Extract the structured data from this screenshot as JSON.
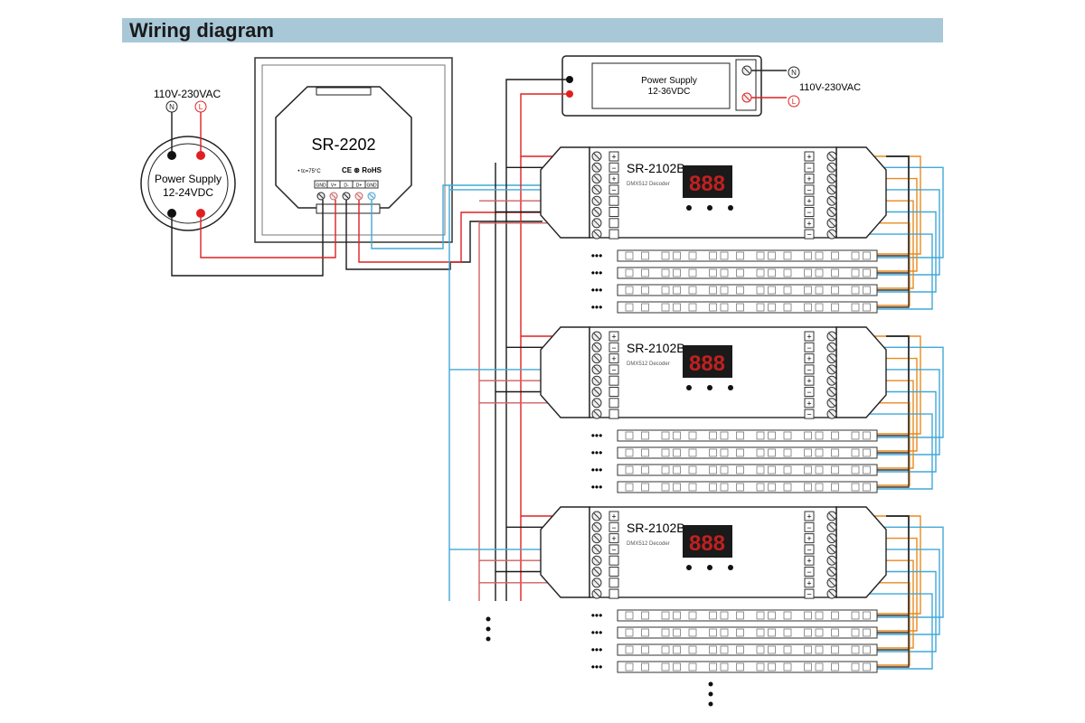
{
  "header": {
    "title": "Wiring diagram"
  },
  "mains_label_left": "110V-230VAC",
  "mains_label_right": "110V-230VAC",
  "neutral": "N",
  "live": "L",
  "round_psu": {
    "line1": "Power Supply",
    "line2": "12-24VDC"
  },
  "panel": {
    "model": "SR-2202",
    "temp": "• tc=75°C",
    "cert": "CE ⊛ RoHS",
    "terminals": [
      "GND",
      "V+",
      "D-",
      "D+",
      "GND"
    ]
  },
  "top_psu": {
    "line1": "Power Supply",
    "line2": "12-36VDC"
  },
  "decoder": {
    "model": "SR-2102B",
    "subtitle": "DMX512 Decoder",
    "display": "888"
  },
  "strip_dots": "•••",
  "colors": {
    "header": "#a8c8d8",
    "red": "#e02020",
    "black": "#1a1a1a",
    "blue": "#40a8d8",
    "orange": "#e88a20",
    "pink": "#d06060"
  }
}
